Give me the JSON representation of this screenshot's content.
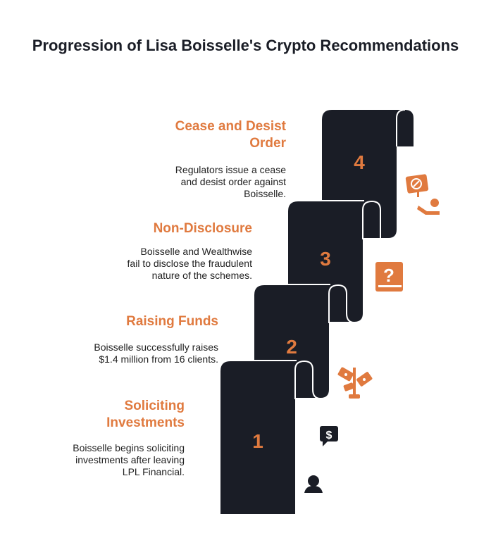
{
  "title": "Progression of Lisa Boisselle's Crypto Recommendations",
  "steps": [
    {
      "number": "1",
      "title": "Soliciting Investments",
      "description": "Boisselle begins soliciting investments after leaving LPL Financial.",
      "icon": "person-dollar-speech-icon"
    },
    {
      "number": "2",
      "title": "Raising Funds",
      "description": "Boisselle successfully raises $1.4 million from 16 clients.",
      "icon": "money-plant-icon"
    },
    {
      "number": "3",
      "title": "Non-Disclosure",
      "description": "Boisselle and Wealthwise fail to disclose the fraudulent nature of the schemes.",
      "icon": "question-book-icon"
    },
    {
      "number": "4",
      "title": "Cease and Desist Order",
      "description": "Regulators issue a cease and desist order against Boisselle.",
      "icon": "stop-sign-person-icon"
    }
  ],
  "colors": {
    "accent": "#E07A3F",
    "dark": "#1a1d26"
  }
}
